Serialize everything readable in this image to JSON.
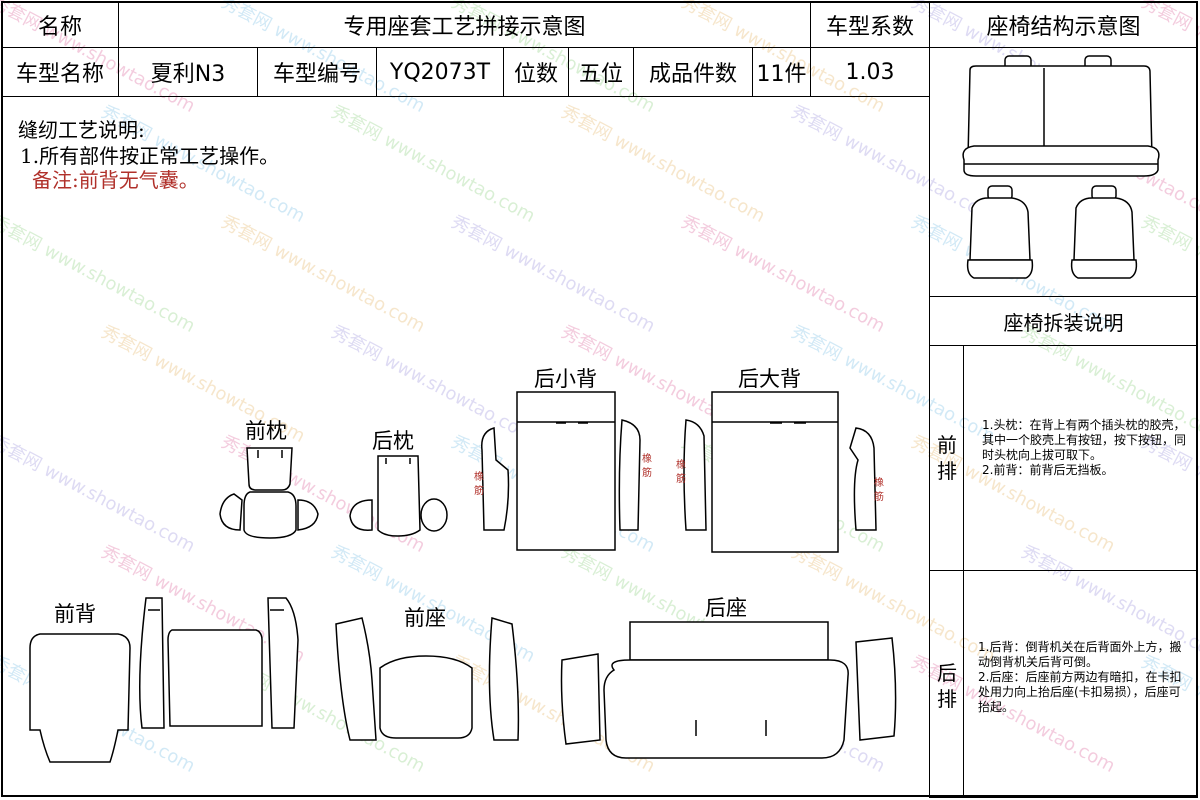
{
  "header": {
    "name_label": "名称",
    "title": "专用座套工艺拼接示意图",
    "coef_label": "车型系数",
    "struct_title": "座椅结构示意图"
  },
  "info": {
    "model_name_label": "车型名称",
    "model_name": "夏利N3",
    "model_no_label": "车型编号",
    "model_no": "YQ2073T",
    "seats_label": "位数",
    "seats": "五位",
    "pieces_label": "成品件数",
    "pieces": "11件",
    "coef": "1.03"
  },
  "sewing": {
    "title": "缝纫工艺说明:",
    "item1": "1.所有部件按正常工艺操作。",
    "remark": "备注:前背无气囊。"
  },
  "pieces": {
    "front_pillow": "前枕",
    "rear_pillow": "后枕",
    "rear_small_back": "后小背",
    "rear_big_back": "后大背",
    "front_back": "前背",
    "front_seat": "前座",
    "rear_seat": "后座",
    "elastic": "橡筋"
  },
  "disassembly": {
    "title": "座椅拆装说明",
    "front_label": "前排",
    "front_text": "1.头枕：在背上有两个插头枕的胶壳，其中一个胶壳上有按钮，按下按钮，同时头枕向上拔可取下。\n2.前背：前背后无挡板。",
    "rear_label": "后排",
    "rear_text": "1.后背：倒背机关在后背面外上方，搬动倒背机关后背可倒。\n2.后座：后座前方两边有暗扣，在卡扣处用力向上抬后座(卡扣易损），后座可抬起。"
  },
  "watermark": {
    "cn": "秀套网",
    "url": "www.showtao.com"
  }
}
